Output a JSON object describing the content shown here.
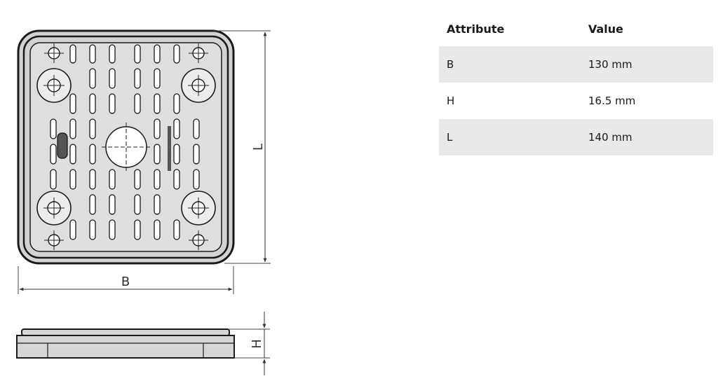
{
  "drawing": {
    "dim_width_label": "B",
    "dim_length_label": "L",
    "dim_height_label": "H"
  },
  "table": {
    "headers": [
      "Attribute",
      "Value"
    ],
    "rows": [
      {
        "attribute": "B",
        "value": "130 mm"
      },
      {
        "attribute": "H",
        "value": "16.5 mm"
      },
      {
        "attribute": "L",
        "value": "140 mm"
      }
    ]
  }
}
